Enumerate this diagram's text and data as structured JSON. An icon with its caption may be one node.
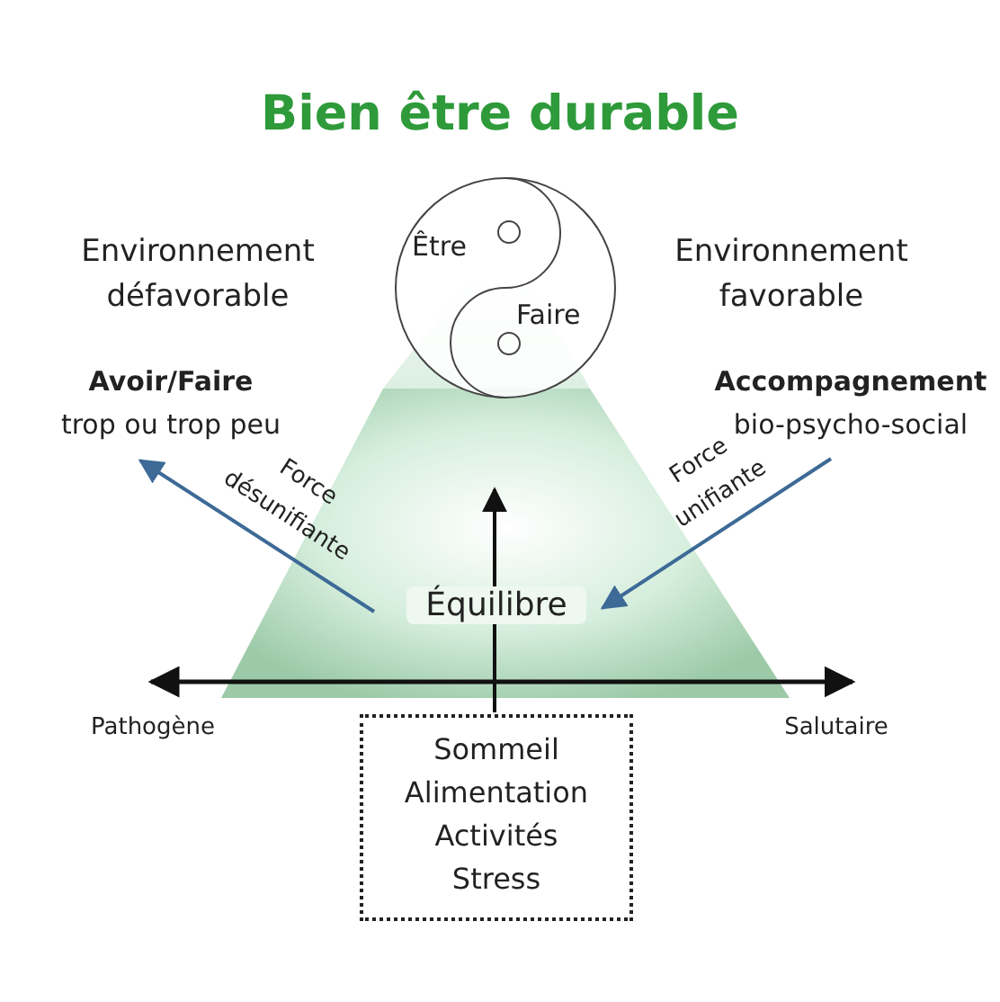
{
  "diagram": {
    "title": "Bien être durable",
    "nodes": [
      {
        "text": [
          "Être",
          "Faire"
        ]
      },
      {
        "text": [
          "Équilibre"
        ]
      },
      {
        "text": [
          "Avoir/Faire",
          "trop ou trop peu"
        ]
      },
      {
        "text": [
          "Accompagnement",
          "bio-psycho-social"
        ]
      },
      {
        "text": [
          "Sommeil Alimentation Activités Stress"
        ]
      }
    ],
    "edges": [
      {
        "from": 1,
        "to": 2,
        "arrow": "to",
        "label": "Force désunifiante",
        "color": "#3d6a96"
      },
      {
        "from": 3,
        "to": 1,
        "arrow": "to",
        "label": "Force unifiante",
        "color": "#3d6a96"
      },
      {
        "from": 4,
        "to": null,
        "arrow": "to",
        "color": "#111111"
      }
    ],
    "labels": [
      "Environnement défavorable",
      "Environnement favorable",
      "Pathogène",
      "Salutaire"
    ]
  }
}
